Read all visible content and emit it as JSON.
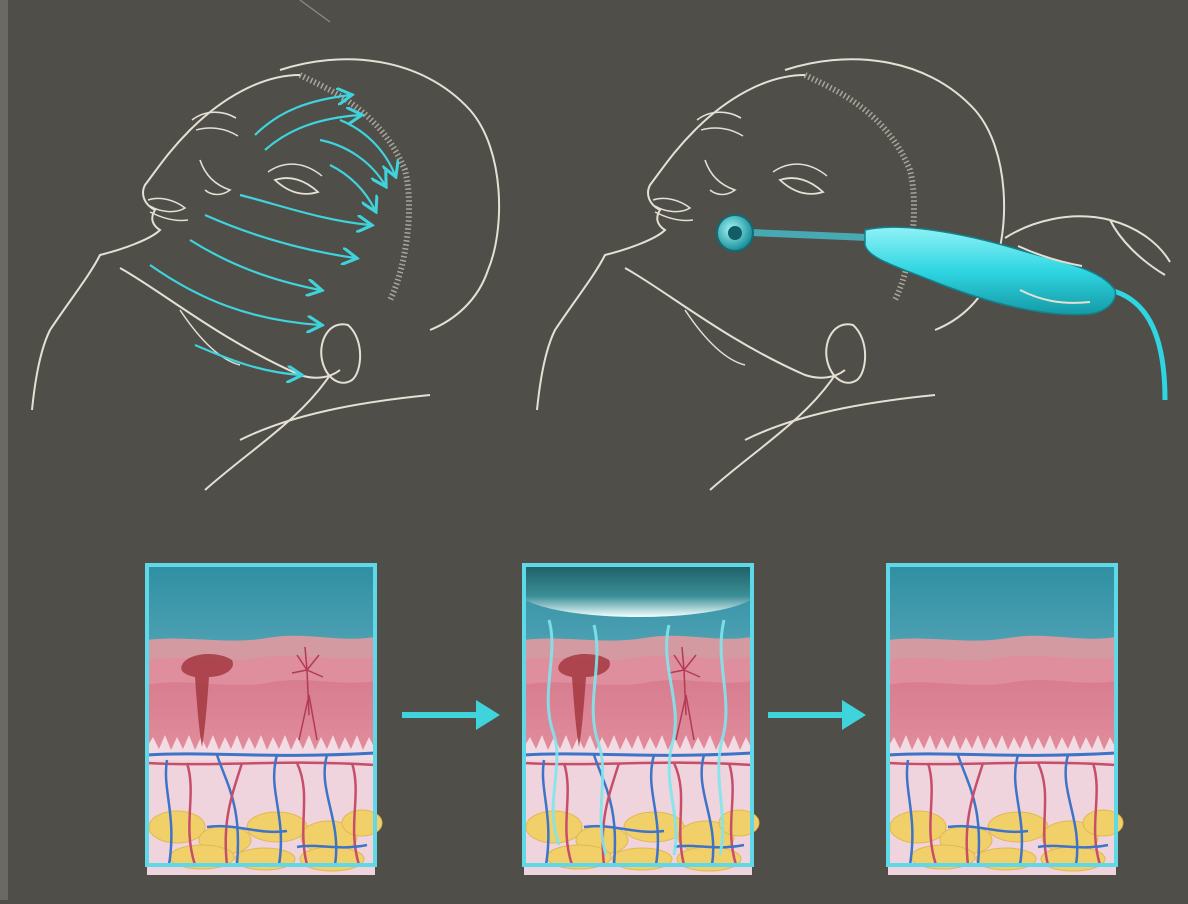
{
  "colors": {
    "background": "#4f4e48",
    "slide_edge": "#5a5953",
    "sketch_line": "#e4e0d4",
    "accent_cyan": "#3fd3dc",
    "device": "#2fd6e2",
    "frame_border": "#5fd9e8",
    "sky_top": "#2f8fa3",
    "sky_bottom": "#9ed1dc",
    "epidermis": "#d88d9d",
    "dermis": "#e48a99",
    "fat": "#f1d06a",
    "vein": "#3d74c8",
    "artery": "#c74e6b",
    "lesion": "#a3383f"
  },
  "figure": {
    "top_row": [
      {
        "name": "massage-illustration",
        "arrows": 9
      },
      {
        "name": "device-treatment-illustration",
        "device": "handheld-electrode"
      }
    ],
    "skin_panels": [
      {
        "stage": "before",
        "has_lesion": true,
        "has_spider_vein": true,
        "has_electrode": false
      },
      {
        "stage": "during",
        "has_lesion": true,
        "has_spider_vein": true,
        "has_electrode": true
      },
      {
        "stage": "after",
        "has_lesion": false,
        "has_spider_vein": false,
        "has_electrode": false
      }
    ],
    "flow_arrows": [
      "before-to-during",
      "during-to-after"
    ]
  }
}
